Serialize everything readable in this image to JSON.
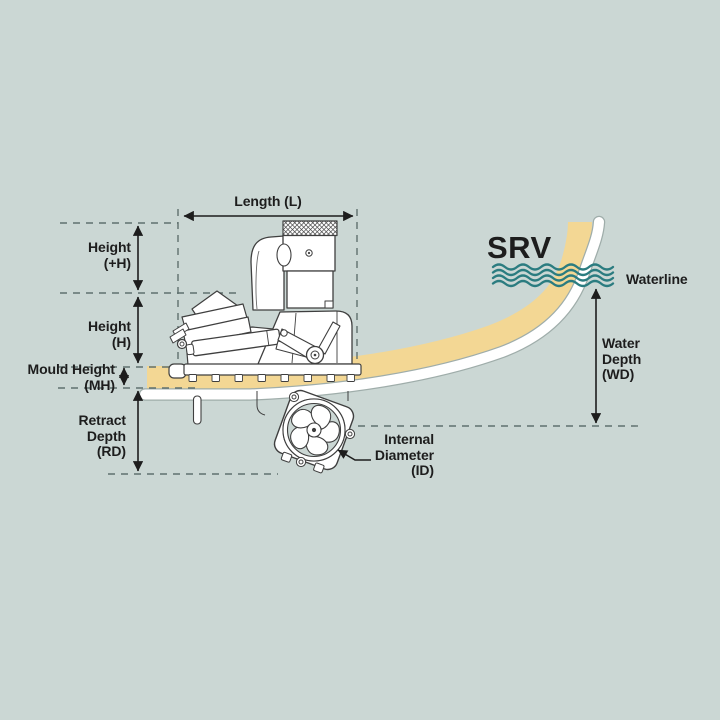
{
  "product": {
    "name": "SRV"
  },
  "labels": {
    "length": "Length (L)",
    "height_plus": "Height\n(+H)",
    "height": "Height\n(H)",
    "mould_height": "Mould Height\n(MH)",
    "retract_depth": "Retract\nDepth\n(RD)",
    "internal_diameter": "Internal\nDiameter\n(ID)",
    "waterline": "Waterline",
    "water_depth": "Water\nDepth\n(WD)"
  },
  "colors": {
    "background": "#cbd7d4",
    "hull": "#f3d794",
    "hull_lining": "#ffffff",
    "waterline_waves": "#2b7c80",
    "dimension_lines": "#1d1d1d",
    "dashed_guides": "#5f706e",
    "text": "#1d1d1d",
    "drawing_outline": "#3f3f3f"
  },
  "diagram": {
    "type": "dimension-diagram",
    "subject": "retractable thruster in hull cross-section",
    "parts": [
      "thruster-unit",
      "electric-motor",
      "actuator",
      "mounting-flange",
      "hull-section",
      "propeller",
      "waterline-waves"
    ]
  }
}
